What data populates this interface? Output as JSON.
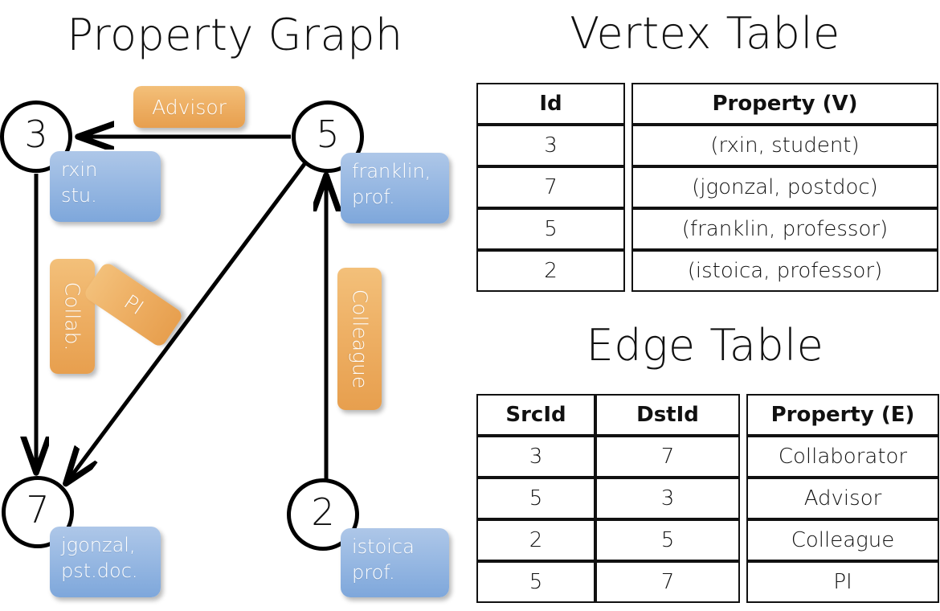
{
  "titles": {
    "graph": "Property Graph",
    "vertex_table": "Vertex Table",
    "edge_table": "Edge Table"
  },
  "graph": {
    "vertices": [
      {
        "id": "3",
        "name": "vertex-3",
        "property_lines": [
          "rxin",
          "stu."
        ]
      },
      {
        "id": "5",
        "name": "vertex-5",
        "property_lines": [
          "franklin,",
          "prof."
        ]
      },
      {
        "id": "7",
        "name": "vertex-7",
        "property_lines": [
          "jgonzal,",
          "pst.doc."
        ]
      },
      {
        "id": "2",
        "name": "vertex-2",
        "property_lines": [
          "istoica",
          "prof."
        ]
      }
    ],
    "vertex_boxes": {
      "v3": "rxin\nstu.",
      "v3_l1": "rxin",
      "v3_l2": "stu.",
      "v5_l1": "franklin,",
      "v5_l2": "prof.",
      "v7_l1": "jgonzal,",
      "v7_l2": "pst.doc.",
      "v2_l1": "istoica",
      "v2_l2": "prof."
    },
    "edge_labels": {
      "advisor": "Advisor",
      "collab": "Collab.",
      "pi": "PI",
      "colleague": "Colleague"
    },
    "edges": [
      {
        "from": "5",
        "to": "3",
        "label": "Advisor"
      },
      {
        "from": "3",
        "to": "7",
        "label": "Collab."
      },
      {
        "from": "5",
        "to": "7",
        "label": "PI"
      },
      {
        "from": "2",
        "to": "5",
        "label": "Colleague"
      }
    ]
  },
  "vertex_table": {
    "headers": [
      "Id",
      "Property (V)"
    ],
    "rows": [
      {
        "id": "3",
        "property": "(rxin, student)"
      },
      {
        "id": "7",
        "property": "(jgonzal, postdoc)"
      },
      {
        "id": "5",
        "property": "(franklin, professor)"
      },
      {
        "id": "2",
        "property": "(istoica, professor)"
      }
    ]
  },
  "edge_table": {
    "headers": [
      "SrcId",
      "DstId",
      "Property (E)"
    ],
    "rows": [
      {
        "src": "3",
        "dst": "7",
        "property": "Collaborator"
      },
      {
        "src": "5",
        "dst": "3",
        "property": "Advisor"
      },
      {
        "src": "2",
        "dst": "5",
        "property": "Colleague"
      },
      {
        "src": "5",
        "dst": "7",
        "property": "PI"
      }
    ]
  },
  "colors": {
    "vertex_property_blue": "#9dbce4",
    "edge_label_orange": "#eeb065",
    "vertex_table_cell": "#d5e0f2",
    "edge_table_cell": "#f7ddc2",
    "stroke": "#111111",
    "background": "#ffffff"
  }
}
